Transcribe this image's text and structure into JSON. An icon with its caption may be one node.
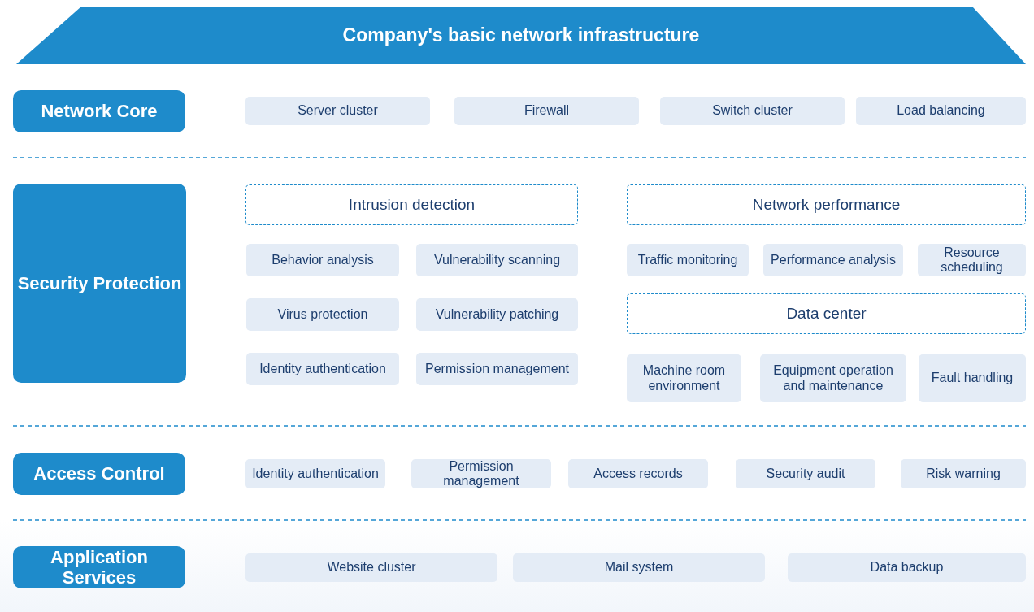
{
  "diagram": {
    "title": "Company's basic network infrastructure",
    "nodes": [
      {
        "text": [
          "Network Core"
        ]
      },
      {
        "text": [
          "Server cluster"
        ]
      },
      {
        "text": [
          "Firewall"
        ]
      },
      {
        "text": [
          "Switch cluster"
        ]
      },
      {
        "text": [
          "Load balancing"
        ]
      },
      {
        "text": [
          "Security Protection"
        ]
      },
      {
        "text": [
          "Intrusion detection"
        ]
      },
      {
        "text": [
          "Network performance"
        ]
      },
      {
        "text": [
          "Behavior analysis"
        ]
      },
      {
        "text": [
          "Vulnerability scanning"
        ]
      },
      {
        "text": [
          "Traffic monitoring"
        ]
      },
      {
        "text": [
          "Performance analysis"
        ]
      },
      {
        "text": [
          "Resource scheduling"
        ]
      },
      {
        "text": [
          "Virus protection"
        ]
      },
      {
        "text": [
          "Vulnerability patching"
        ]
      },
      {
        "text": [
          "Data center"
        ]
      },
      {
        "text": [
          "Identity authentication"
        ]
      },
      {
        "text": [
          "Permission management"
        ]
      },
      {
        "text": [
          "Machine room environment"
        ]
      },
      {
        "text": [
          "Equipment operation and maintenance"
        ]
      },
      {
        "text": [
          "Fault handling"
        ]
      },
      {
        "text": [
          "Access Control"
        ]
      },
      {
        "text": [
          "Identity authentication"
        ]
      },
      {
        "text": [
          "Permission management"
        ]
      },
      {
        "text": [
          "Access records"
        ]
      },
      {
        "text": [
          "Security audit"
        ]
      },
      {
        "text": [
          "Risk warning"
        ]
      },
      {
        "text": [
          "Application Services"
        ]
      },
      {
        "text": [
          "Website cluster"
        ]
      },
      {
        "text": [
          "Mail system"
        ]
      },
      {
        "text": [
          "Data backup"
        ]
      }
    ],
    "edges": []
  }
}
